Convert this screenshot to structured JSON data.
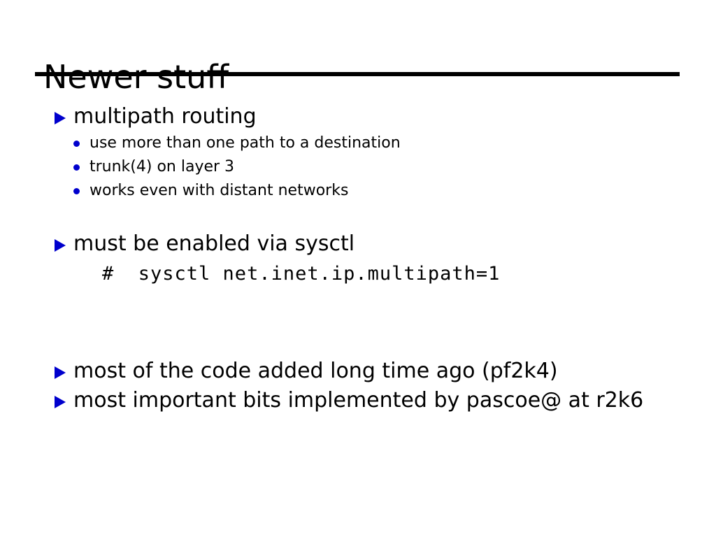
{
  "slide": {
    "title": "Newer stuff",
    "accent_color": "#0000cd",
    "text_color": "#000000",
    "background_color": "#ffffff",
    "content": {
      "section_one": {
        "heading": "multipath routing",
        "subpoints": [
          "use more than one path to a destination",
          "trunk(4) on layer 3",
          "works even with distant networks"
        ]
      },
      "section_two": {
        "heading": "must be enabled via sysctl",
        "command": "#  sysctl net.inet.ip.multipath=1"
      },
      "section_three": {
        "bullets": [
          "most of the code added long time ago (pf2k4)",
          "most important bits implemented by pascoe@ at r2k6"
        ]
      }
    }
  }
}
